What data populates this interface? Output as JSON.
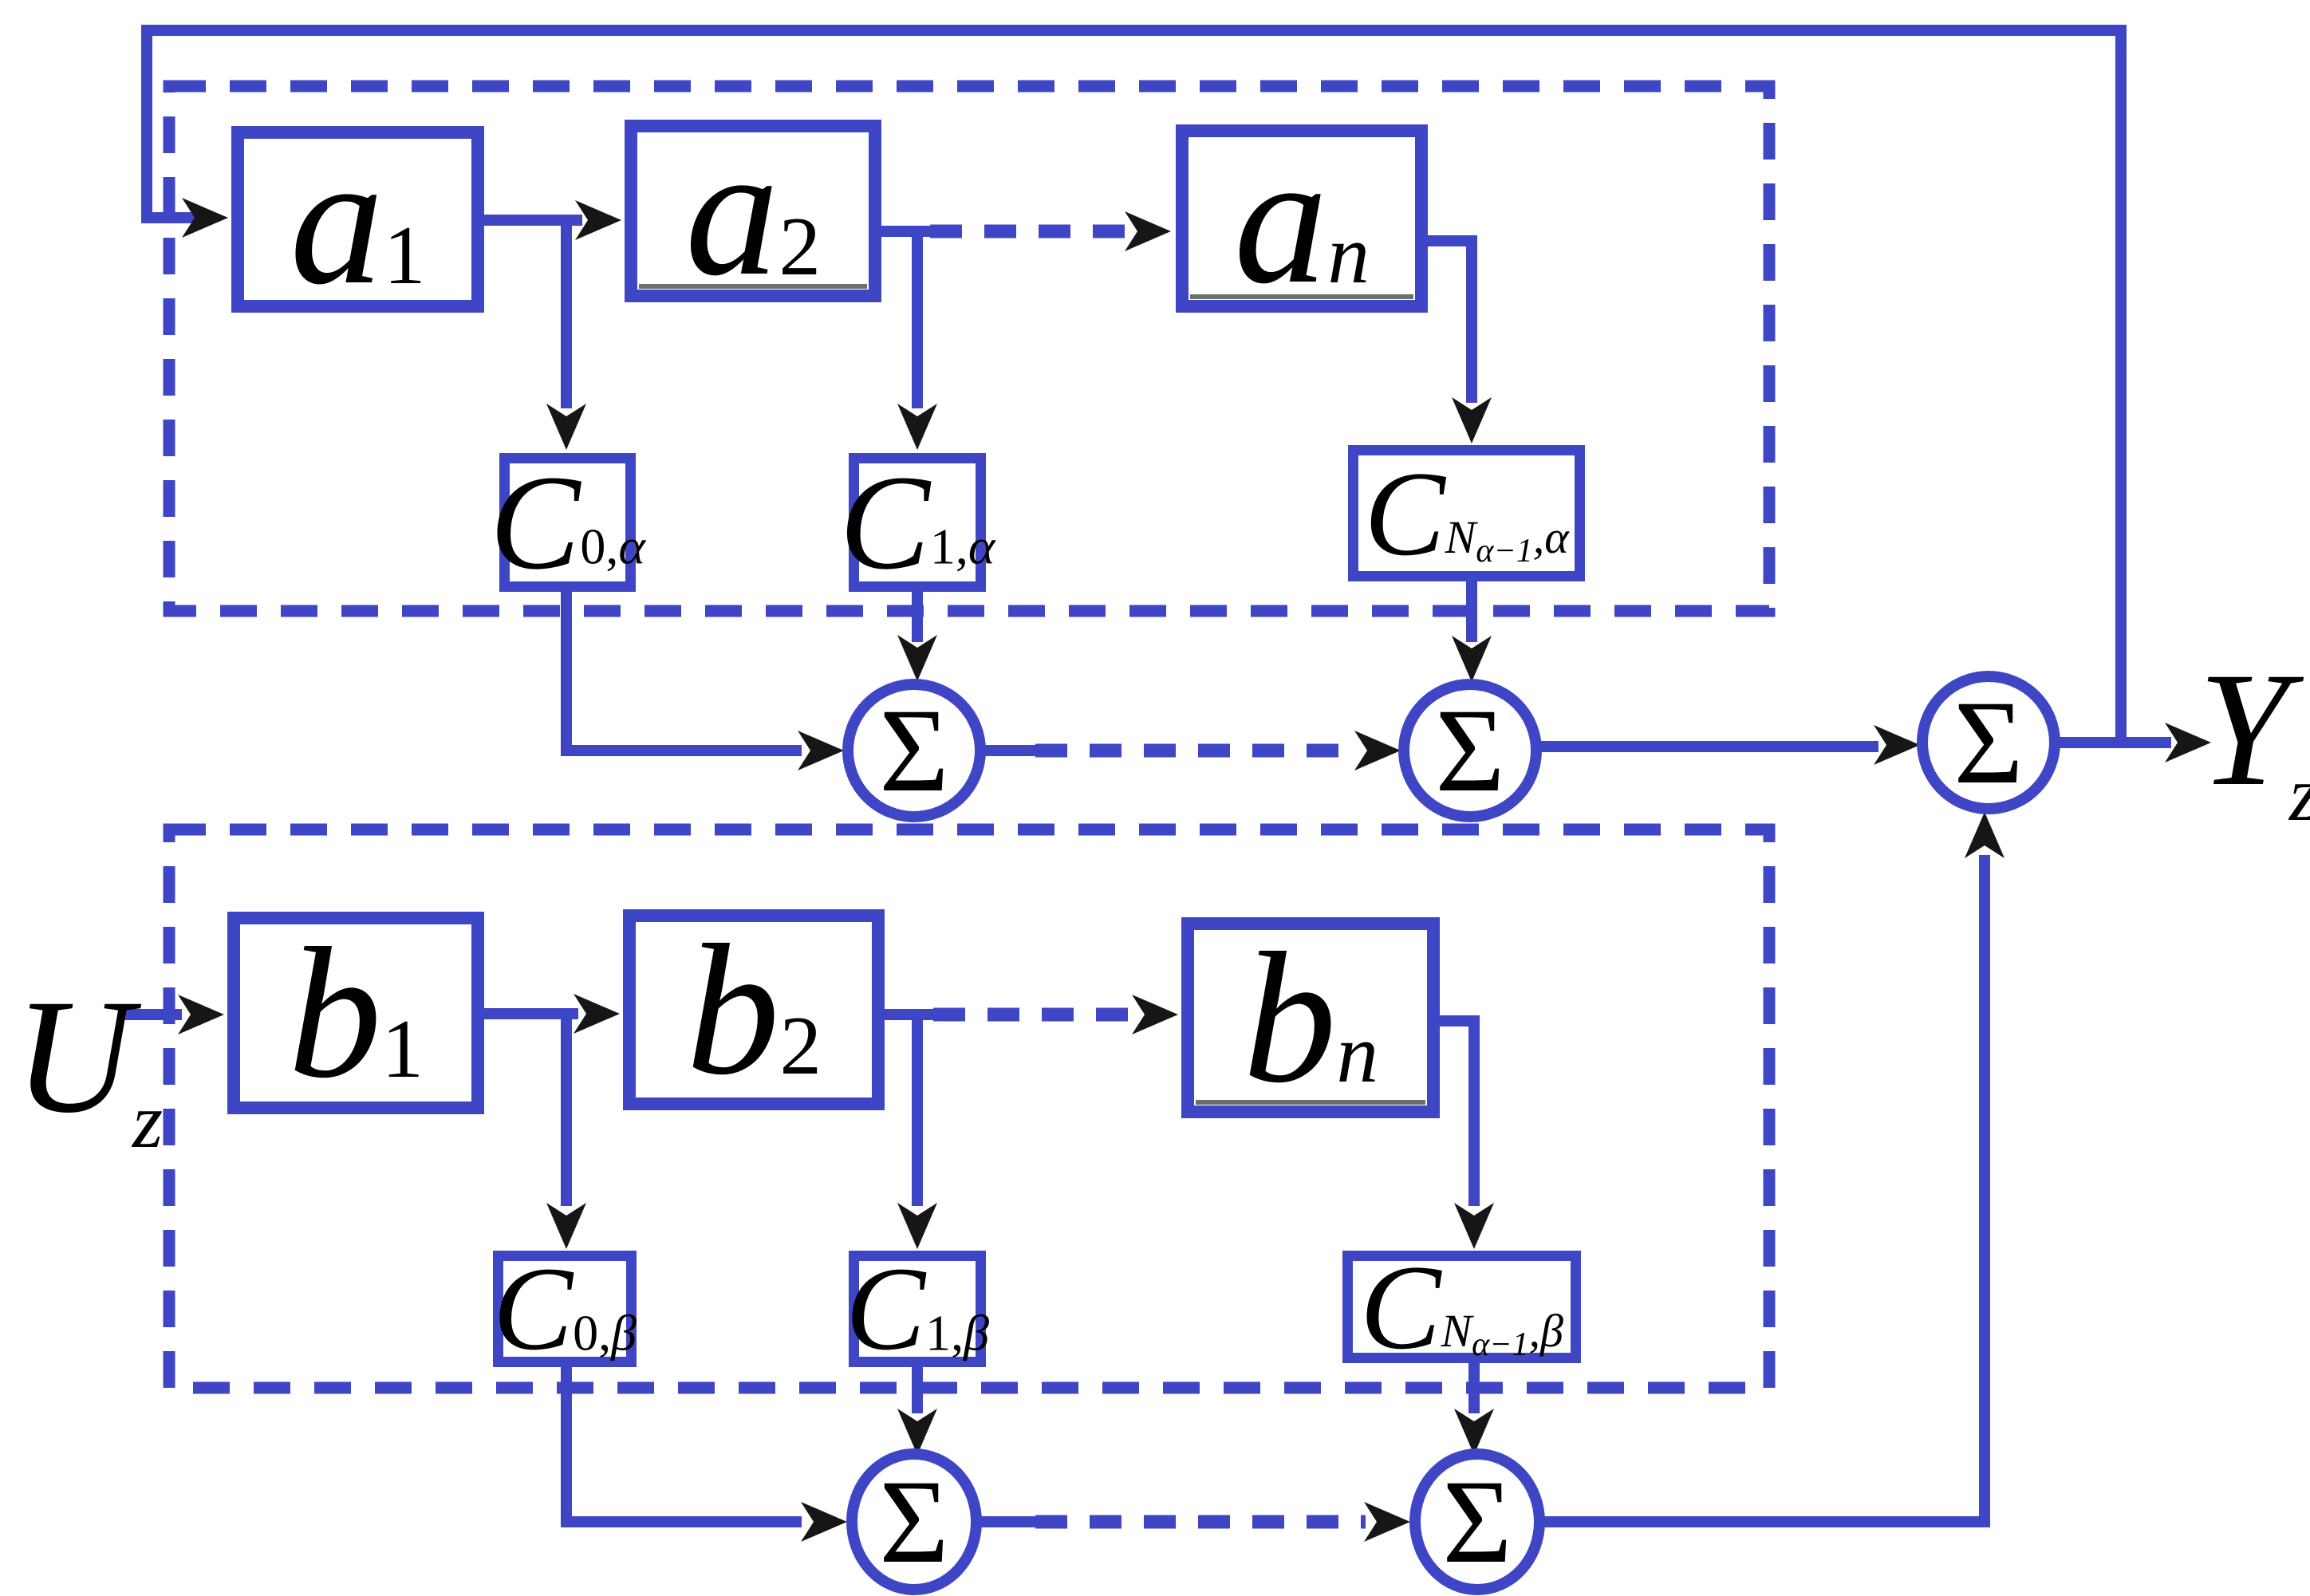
{
  "diagram_kind": "signal-flow block diagram",
  "colors": {
    "line_blue": "#3f46c5",
    "arrow_black": "#161616",
    "text_black": "#000000",
    "background": "#ffffff"
  },
  "blocks": {
    "a1": {
      "base": "a",
      "sub": "1"
    },
    "a2": {
      "base": "a",
      "sub": "2"
    },
    "an": {
      "base": "a",
      "sub": "n"
    },
    "b1": {
      "base": "b",
      "sub": "1"
    },
    "b2": {
      "base": "b",
      "sub": "2"
    },
    "bn": {
      "base": "b",
      "sub": "n"
    },
    "c0_alpha": {
      "base": "C",
      "sub_index": "0,",
      "sub_greek": "α"
    },
    "c1_alpha": {
      "base": "C",
      "sub_index": "1,",
      "sub_greek": "α"
    },
    "cn_alpha": {
      "base": "C",
      "sub_main": "N",
      "sub_sub": "α−1",
      "sub_tail": ",α"
    },
    "c0_beta": {
      "base": "C",
      "sub_index": "0,",
      "sub_greek": "β"
    },
    "c1_beta": {
      "base": "C",
      "sub_index": "1,",
      "sub_greek": "β"
    },
    "cn_beta": {
      "base": "C",
      "sub_main": "N",
      "sub_sub": "α−1",
      "sub_tail": ",β"
    }
  },
  "summers": {
    "symbol": "Σ"
  },
  "io": {
    "input_base": "U",
    "input_sub": "z",
    "output_base": "Y",
    "output_sub": "z"
  }
}
